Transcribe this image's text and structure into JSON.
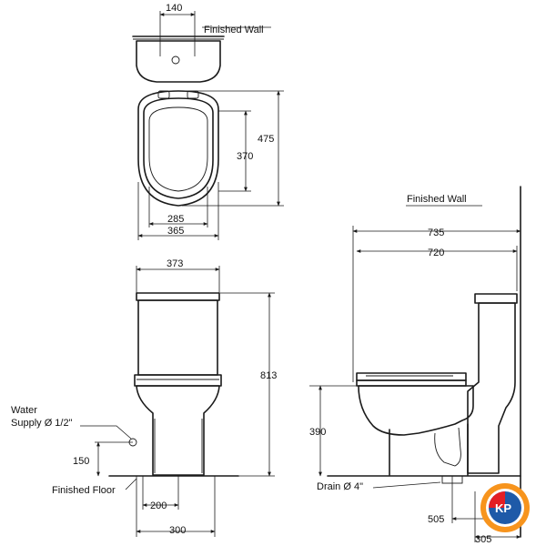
{
  "labels": {
    "finished_wall_top": "Finished Wall",
    "finished_wall_side": "Finished Wall",
    "water_line1": "Water",
    "water_line2": "Supply Ø 1/2\"",
    "finished_floor": "Finished Floor",
    "drain": "Drain Ø 4\""
  },
  "dimensions": {
    "d140": "140",
    "d475": "475",
    "d370": "370",
    "d285": "285",
    "d365": "365",
    "d373": "373",
    "d813": "813",
    "d150": "150",
    "d200": "200",
    "d300": "300",
    "d735": "735",
    "d720": "720",
    "d390": "390",
    "d505": "505",
    "d305": "305"
  },
  "logo": {
    "text": "KP",
    "colors": [
      "#f7941d",
      "#1e5aa8",
      "#e31e24"
    ]
  }
}
